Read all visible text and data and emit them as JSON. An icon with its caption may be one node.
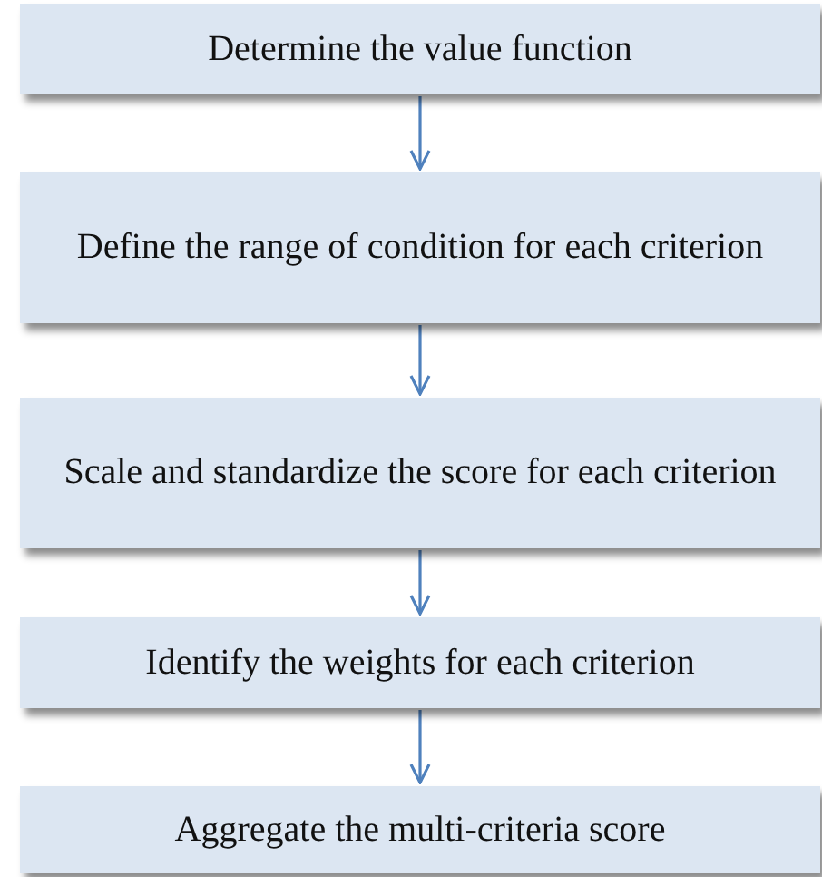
{
  "diagram": {
    "nodes": [
      {
        "text": [
          "Determine the value function"
        ]
      },
      {
        "text": [
          "Define the range of condition for each criterion"
        ]
      },
      {
        "text": [
          "Scale and standardize the score for each criterion"
        ]
      },
      {
        "text": [
          "Identify the weights for each criterion"
        ]
      },
      {
        "text": [
          "Aggregate the multi-criteria score"
        ]
      }
    ],
    "edges": [
      {
        "from": 0,
        "to": 1,
        "arrow": "to"
      },
      {
        "from": 1,
        "to": 2,
        "arrow": "to"
      },
      {
        "from": 2,
        "to": 3,
        "arrow": "to"
      },
      {
        "from": 3,
        "to": 4,
        "arrow": "to"
      }
    ]
  }
}
